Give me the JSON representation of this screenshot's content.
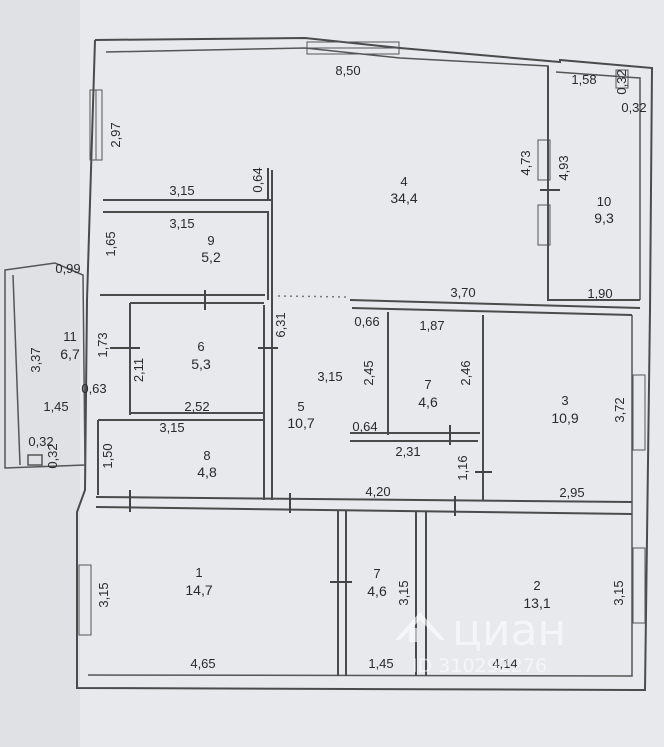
{
  "rooms": [
    {
      "id": "r4",
      "number": "4",
      "area": "34,4"
    },
    {
      "id": "r10",
      "number": "10",
      "area": "9,3"
    },
    {
      "id": "r9",
      "number": "9",
      "area": "5,2"
    },
    {
      "id": "r11",
      "number": "11",
      "area": "6,7"
    },
    {
      "id": "r6",
      "number": "6",
      "area": "5,3"
    },
    {
      "id": "r5",
      "number": "5",
      "area": "10,7"
    },
    {
      "id": "r7a",
      "number": "7",
      "area": "4,6"
    },
    {
      "id": "r3",
      "number": "3",
      "area": "10,9"
    },
    {
      "id": "r8",
      "number": "8",
      "area": "4,8"
    },
    {
      "id": "r1",
      "number": "1",
      "area": "14,7"
    },
    {
      "id": "r7b",
      "number": "7",
      "area": "4,6"
    },
    {
      "id": "r2",
      "number": "2",
      "area": "13,1"
    }
  ],
  "dimensions": {
    "d850": "8,50",
    "d158": "1,58",
    "d032a": "0,32",
    "d032b": "0,32",
    "d297": "2,97",
    "d064a": "0,64",
    "d473": "4,73",
    "d493": "4,93",
    "d315a": "3,15",
    "d315b": "3,15",
    "d165": "1,65",
    "d370": "3,70",
    "d190": "1,90",
    "d099": "0,99",
    "d066": "0,66",
    "d187": "1,87",
    "d631": "6,31",
    "d337": "3,37",
    "d173": "1,73",
    "d211": "2,11",
    "d245": "2,45",
    "d246": "2,46",
    "d315c": "3,15",
    "d372": "3,72",
    "d063": "0,63",
    "d145a": "1,45",
    "d252": "2,52",
    "d064b": "0,64",
    "d315d": "3,15",
    "d231": "2,31",
    "d032c": "0,32",
    "d032d": "0,32",
    "d150": "1,50",
    "d116": "1,16",
    "d420": "4,20",
    "d295": "2,95",
    "d315e": "3,15",
    "d315f": "3,15",
    "d315g": "3,15",
    "d465": "4,65",
    "d145b": "1,45",
    "d414": "4,14"
  },
  "watermark": {
    "brand": "циан",
    "id_text": "ID 310292276"
  },
  "colors": {
    "background": "#e7e9ec",
    "wall": "#4b4b4b",
    "text": "#2a2a2a"
  }
}
